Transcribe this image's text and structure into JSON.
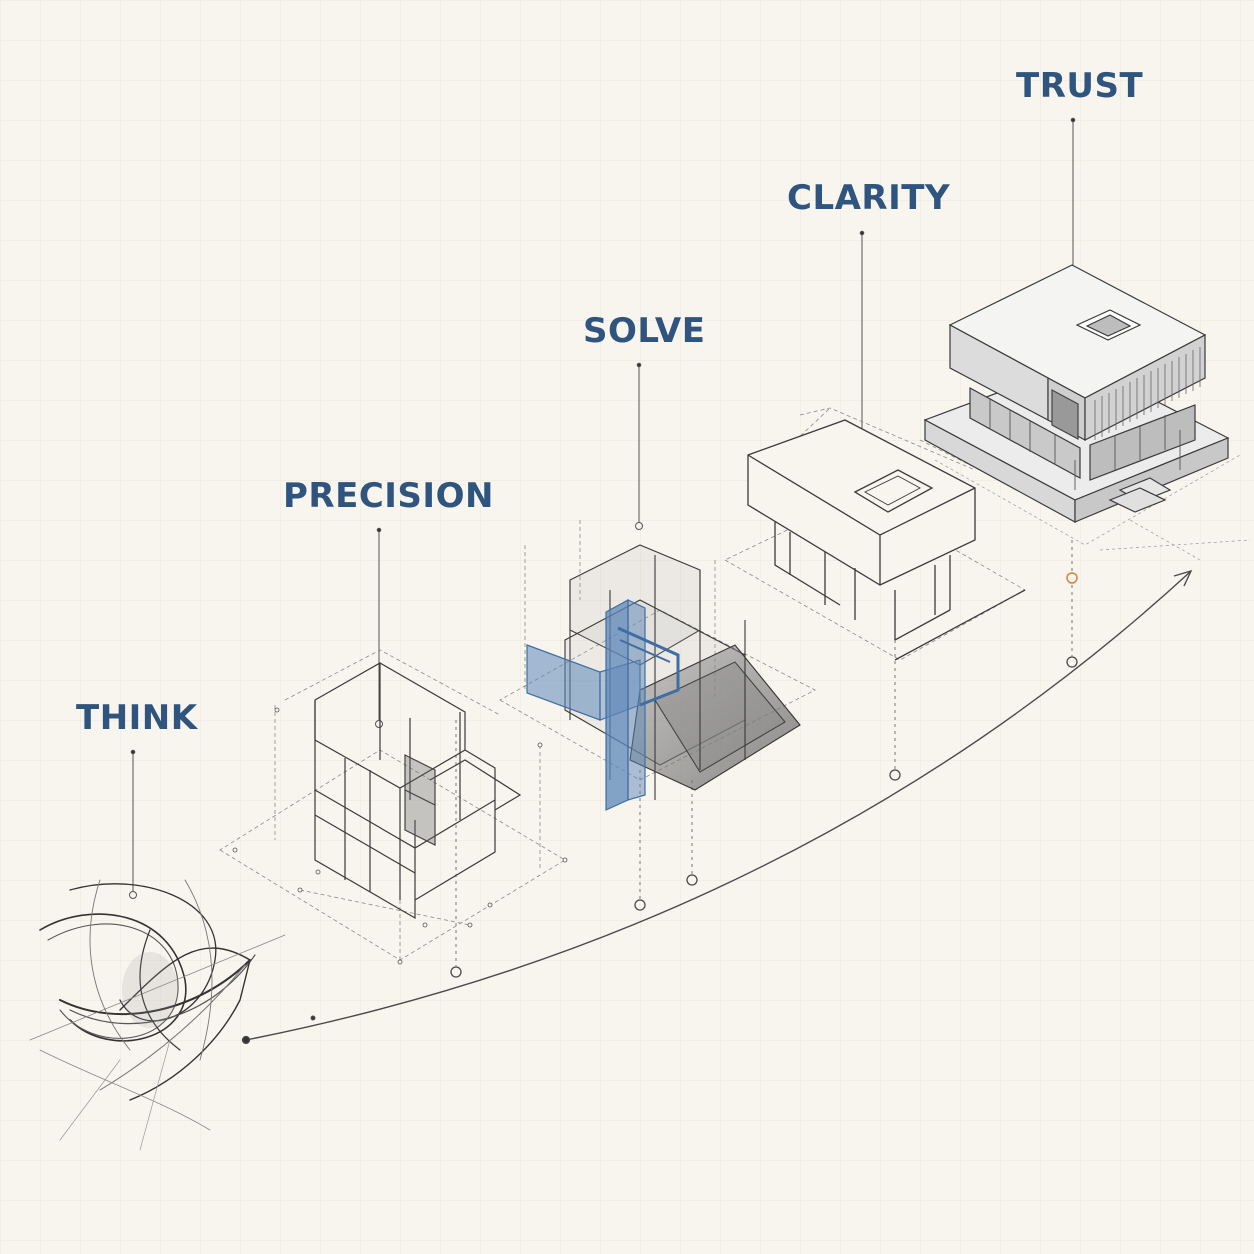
{
  "stages": [
    {
      "id": "think",
      "label": "THINK"
    },
    {
      "id": "precision",
      "label": "PRECISION"
    },
    {
      "id": "solve",
      "label": "SOLVE"
    },
    {
      "id": "clarity",
      "label": "CLARITY"
    },
    {
      "id": "trust",
      "label": "TRUST"
    }
  ],
  "colors": {
    "background": "#f8f5ef",
    "grid": "#ebe6dc",
    "label": "#2f557f",
    "ink": "#3a3a3a",
    "pencil": "#8a8a8a",
    "accent_blue": "#5b86b8",
    "accent_orange": "#d9823a"
  }
}
